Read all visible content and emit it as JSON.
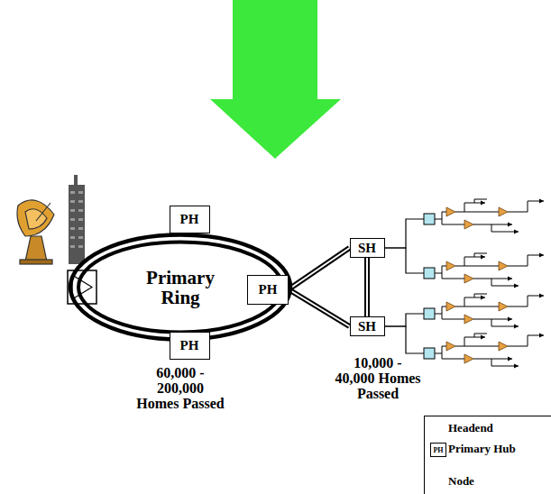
{
  "diagram": {
    "nodes": [
      {
        "text": [
          "Primary Ring"
        ]
      },
      {
        "text": [
          "PH"
        ]
      },
      {
        "text": [
          "PH"
        ]
      },
      {
        "text": [
          "PH"
        ]
      },
      {
        "text": [
          "SH"
        ]
      },
      {
        "text": [
          "SH"
        ]
      }
    ],
    "edges": [
      {
        "from": 2,
        "to": 4,
        "arrow": "none"
      },
      {
        "from": 2,
        "to": 5,
        "arrow": "none"
      },
      {
        "from": 4,
        "to": 5,
        "arrow": "none"
      }
    ],
    "labels": [
      "60,000 - 200,000 Homes Passed",
      "10,000 - 40,000 Homes Passed",
      "PH"
    ],
    "legend": [
      {
        "text": "Headend"
      },
      {
        "text": "Primary Hub"
      },
      {
        "text": "Node"
      }
    ]
  }
}
